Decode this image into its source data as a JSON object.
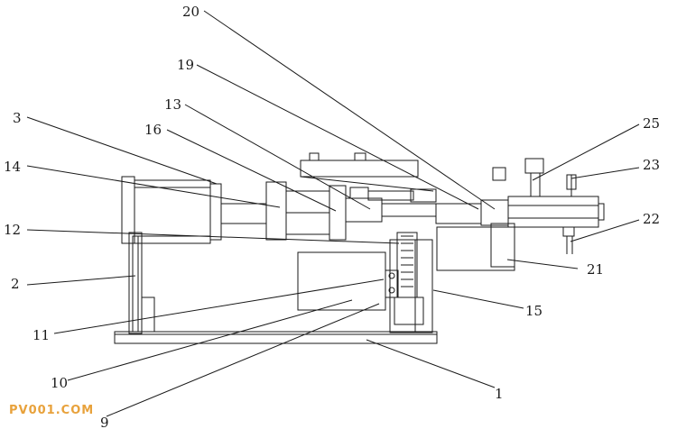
{
  "watermark": "PV001.COM",
  "callouts": [
    "1",
    "2",
    "3",
    "9",
    "10",
    "11",
    "12",
    "13",
    "14",
    "15",
    "16",
    "19",
    "20",
    "21",
    "22",
    "23",
    "25"
  ]
}
